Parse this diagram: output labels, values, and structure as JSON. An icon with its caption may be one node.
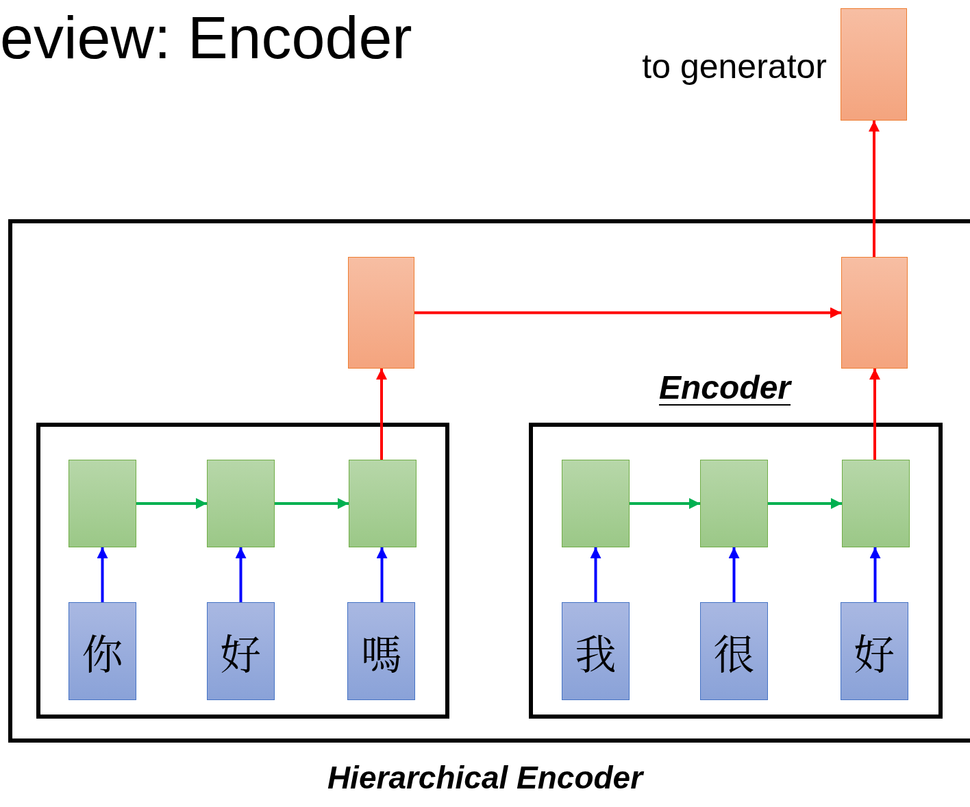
{
  "diagram": {
    "title": "eview: Encoder",
    "nodes": [
      {
        "text": [],
        "shape": "box",
        "beside": [
          "to generator"
        ]
      },
      {
        "text": [
          "Hierarchical Encoder"
        ]
      },
      {
        "text": [],
        "shape": "box",
        "in": 1
      },
      {
        "text": [],
        "shape": "box",
        "in": 1
      },
      {
        "text": [],
        "shape": "box",
        "in": 1
      },
      {
        "text": [],
        "shape": "box",
        "in": 4
      },
      {
        "text": [],
        "shape": "box",
        "in": 4
      },
      {
        "text": [],
        "shape": "box",
        "in": 4
      },
      {
        "text": [
          "你"
        ],
        "in": 4
      },
      {
        "text": [
          "好"
        ],
        "in": 4
      },
      {
        "text": [
          "嗎"
        ],
        "in": 4
      },
      {
        "text": [
          "Encoder"
        ],
        "in": 1
      },
      {
        "text": [],
        "shape": "box",
        "in": 11
      },
      {
        "text": [],
        "shape": "box",
        "in": 11
      },
      {
        "text": [],
        "shape": "box",
        "in": 11
      },
      {
        "text": [
          "我"
        ],
        "in": 11
      },
      {
        "text": [
          "很"
        ],
        "in": 11
      },
      {
        "text": [
          "好"
        ],
        "in": 11
      }
    ],
    "edges": [
      {
        "from": 8,
        "to": 5,
        "arrow": "to"
      },
      {
        "from": 9,
        "to": 6,
        "arrow": "to"
      },
      {
        "from": 10,
        "to": 7,
        "arrow": "to"
      },
      {
        "from": 15,
        "to": 12,
        "arrow": "to"
      },
      {
        "from": 16,
        "to": 13,
        "arrow": "to"
      },
      {
        "from": 17,
        "to": 14,
        "arrow": "to"
      },
      {
        "from": 5,
        "to": 6,
        "arrow": "to",
        "color": "#00b050"
      },
      {
        "from": 6,
        "to": 7,
        "arrow": "to",
        "color": "#00b050"
      },
      {
        "from": 12,
        "to": 13,
        "arrow": "to",
        "color": "#00b050"
      },
      {
        "from": 13,
        "to": 14,
        "arrow": "to",
        "color": "#00b050"
      },
      {
        "from": 7,
        "to": 2,
        "arrow": "to",
        "color": "#ff0000"
      },
      {
        "from": 14,
        "to": 3,
        "arrow": "to",
        "color": "#ff0000"
      },
      {
        "from": 2,
        "to": 3,
        "arrow": "to",
        "color": "#ff0000"
      },
      {
        "from": 3,
        "to": 0,
        "arrow": "to",
        "color": "#ff0000"
      }
    ]
  }
}
